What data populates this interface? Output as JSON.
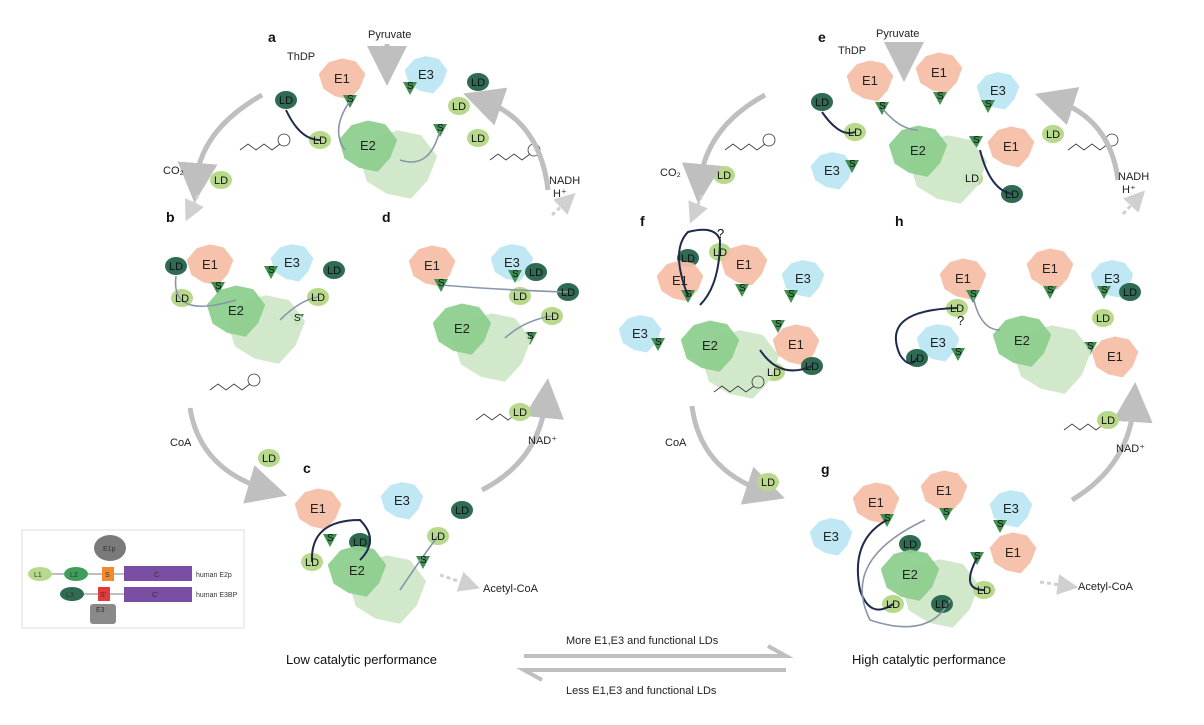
{
  "panels": [
    "a",
    "b",
    "c",
    "d",
    "e",
    "f",
    "g",
    "h"
  ],
  "labels": {
    "thdp": "ThDP",
    "pyruvate": "Pyruvate",
    "co2": "CO₂",
    "nadh": "NADH",
    "hplus": "H⁺",
    "coa": "CoA",
    "nadplus": "NAD⁺",
    "acetyl_coa": "Acetyl-CoA",
    "question": "?"
  },
  "enzymes": {
    "e1": "E1",
    "e2": "E2",
    "e3": "E3"
  },
  "domains": {
    "ld": "LD",
    "s": "S"
  },
  "footer": {
    "low": "Low catalytic performance",
    "high": "High catalytic performance",
    "more": "More E1,E3 and functional LDs",
    "less": "Less E1,E3 and functional LDs"
  },
  "inset": {
    "l1": "L1",
    "l2": "L2",
    "l3": "L3",
    "s": "S",
    "s2": "S'",
    "c": "C",
    "c2": "C'",
    "e1": "E1p",
    "e3": "E3",
    "human_e2p": "human E2p",
    "human_e3bp": "human E3BP"
  },
  "colors": {
    "e1": "#f6bfa8",
    "e2_dark": "#8fcf8f",
    "e2_light": "#cfe8c8",
    "e3": "#bde6f4",
    "ld_dark": "#2e6b52",
    "ld_light": "#b8d98c",
    "s_green": "#3f8f4f",
    "arrow": "#bfbfbf",
    "linker": "#8996aa",
    "linker_dark": "#1f2b4d"
  }
}
